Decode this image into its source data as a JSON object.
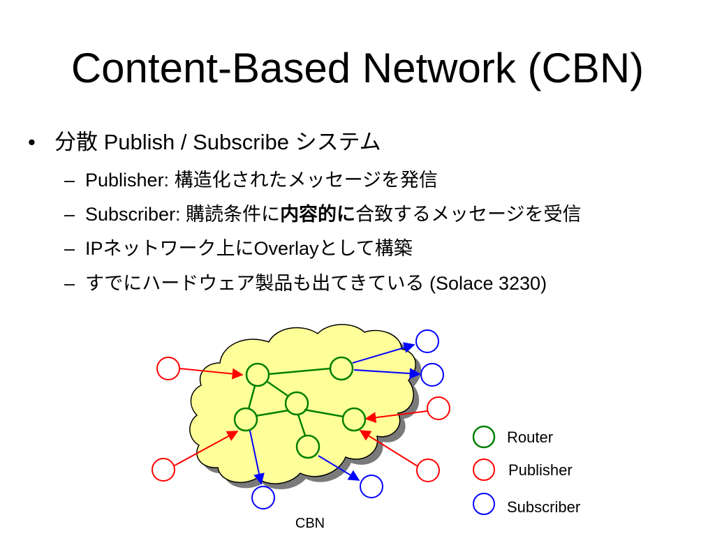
{
  "slide": {
    "title": "Content-Based Network (CBN)",
    "bullet": {
      "marker": "•",
      "text": "分散 Publish / Subscribe システム",
      "sub_marker": "–",
      "subitems": [
        {
          "pre": "Publisher: 構造化されたメッセージを発信",
          "bold": "",
          "post": ""
        },
        {
          "pre": "Subscriber: 購読条件に",
          "bold": "内容的に",
          "post": "合致するメッセージを受信"
        },
        {
          "pre": "IPネットワーク上にOverlayとして構築",
          "bold": "",
          "post": ""
        },
        {
          "pre": "すでにハードウェア製品も出てきている (Solace 3230)",
          "bold": "",
          "post": ""
        }
      ]
    }
  },
  "diagram": {
    "caption": "CBN",
    "colors": {
      "cloud_fill": "#ffff99",
      "cloud_shadow": "#7a7a7a",
      "router": "#008000",
      "publisher": "#ff0000",
      "subscriber": "#0000ff"
    },
    "legend": {
      "router": "Router",
      "publisher": "Publisher",
      "subscriber": "Subscriber"
    }
  }
}
